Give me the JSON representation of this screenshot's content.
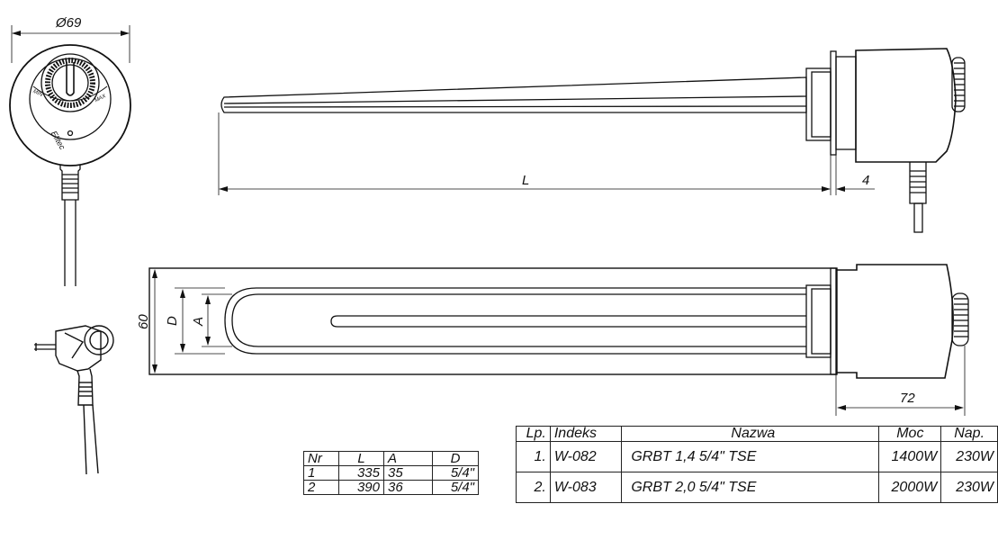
{
  "dimensions": {
    "diameter": "Ø69",
    "length": "L",
    "offset": "4",
    "height": "60",
    "d": "D",
    "a": "A",
    "head_width": "72"
  },
  "dial": {
    "min_label": "MIN",
    "max_label": "MAX",
    "brand": "Elitec"
  },
  "dim_table": {
    "headers": [
      "Nr",
      "L",
      "A",
      "D"
    ],
    "rows": [
      [
        "1",
        "335",
        "35",
        "5/4\""
      ],
      [
        "2",
        "390",
        "36",
        "5/4\""
      ]
    ]
  },
  "product_table": {
    "headers": [
      "Lp.",
      "Indeks",
      "Nazwa",
      "Moc",
      "Nap."
    ],
    "rows": [
      [
        "1.",
        "W-082",
        "GRBT 1,4 5/4\" TSE",
        "1400W",
        "230W"
      ],
      [
        "2.",
        "W-083",
        "GRBT 2,0 5/4\" TSE",
        "2000W",
        "230W"
      ]
    ]
  }
}
